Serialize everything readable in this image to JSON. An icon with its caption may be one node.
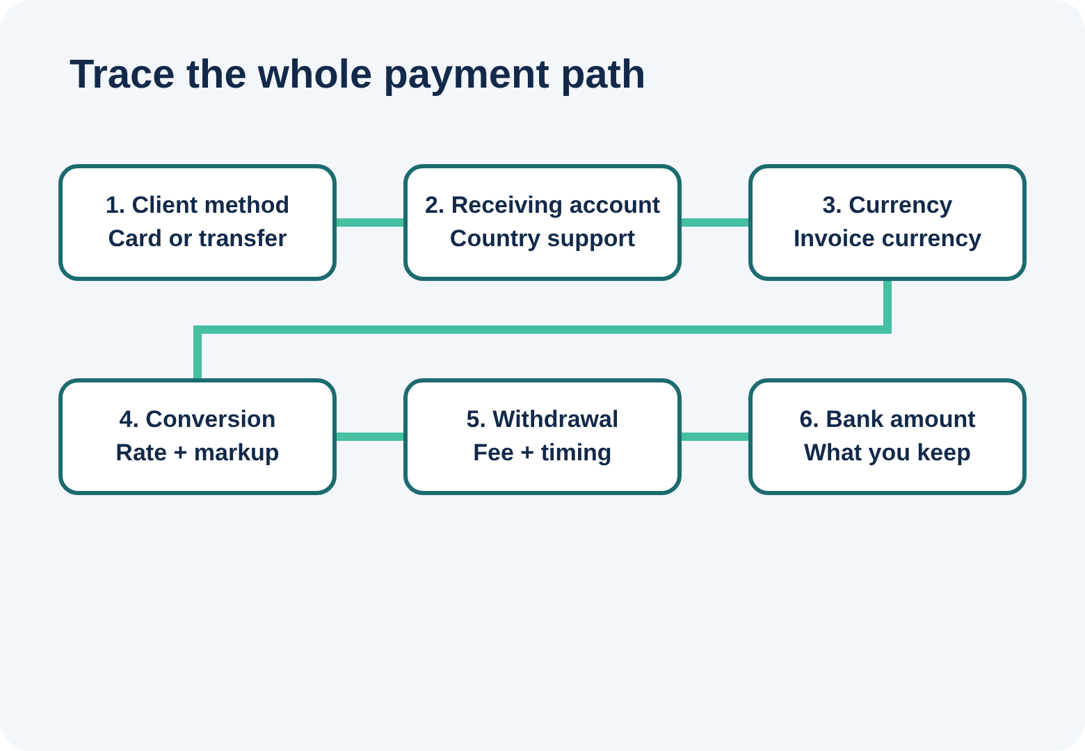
{
  "diagram": {
    "title": "Trace the whole payment path",
    "nodes": [
      {
        "text": [
          "1. Client method",
          "Card or transfer"
        ]
      },
      {
        "text": [
          "2. Receiving account",
          "Country support"
        ]
      },
      {
        "text": [
          "3. Currency",
          "Invoice currency"
        ]
      },
      {
        "text": [
          "4. Conversion",
          "Rate + markup"
        ]
      },
      {
        "text": [
          "5. Withdrawal",
          "Fee + timing"
        ]
      },
      {
        "text": [
          "6. Bank amount",
          "What you keep"
        ]
      }
    ],
    "edges": [
      {
        "from": 0,
        "to": 1,
        "arrow": "none"
      },
      {
        "from": 1,
        "to": 2,
        "arrow": "none"
      },
      {
        "from": 2,
        "to": 3,
        "arrow": "none"
      },
      {
        "from": 3,
        "to": 4,
        "arrow": "none"
      },
      {
        "from": 4,
        "to": 5,
        "arrow": "none"
      }
    ]
  }
}
